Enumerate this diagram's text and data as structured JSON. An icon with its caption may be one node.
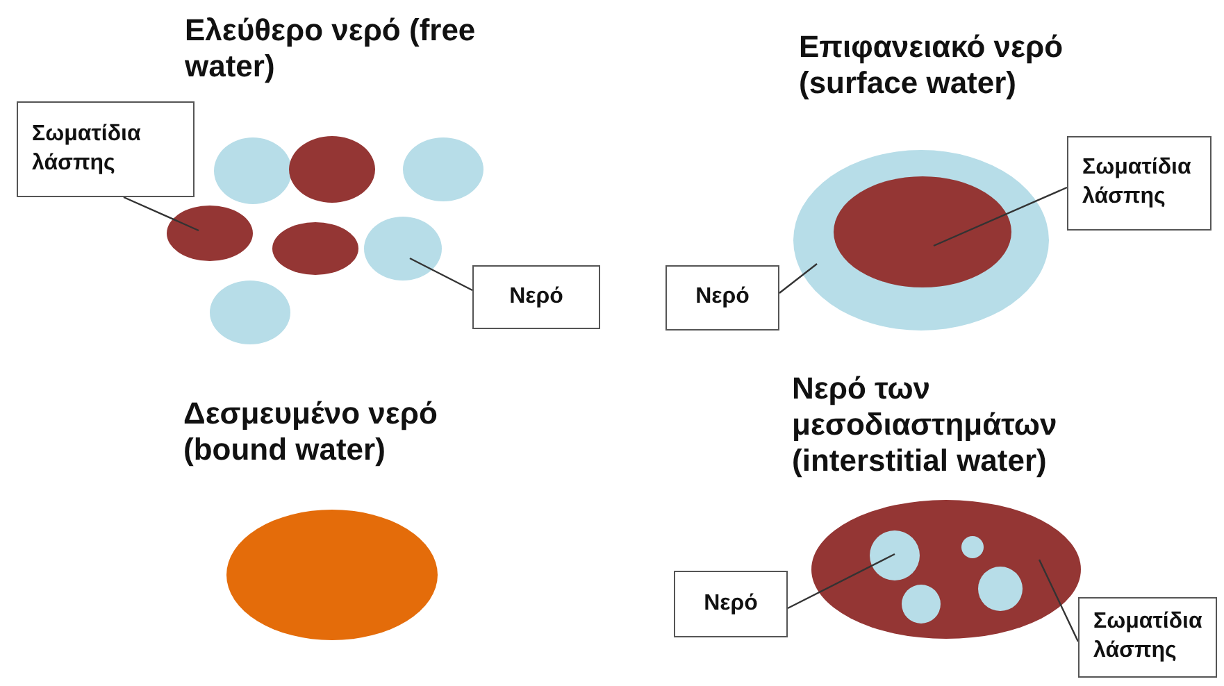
{
  "diagram": {
    "nodes": [
      {
        "text": [
          "Σωματίδια λάσπης"
        ]
      },
      {
        "text": [],
        "shape": "ellipse"
      },
      {
        "text": [],
        "shape": "ellipse"
      },
      {
        "text": [],
        "shape": "ellipse"
      },
      {
        "text": [],
        "shape": "ellipse"
      },
      {
        "text": [],
        "shape": "ellipse"
      },
      {
        "text": [],
        "shape": "ellipse"
      },
      {
        "text": [],
        "shape": "ellipse"
      },
      {
        "text": [
          "Νερό"
        ]
      },
      {
        "text": [
          "Σωματίδια λάσπης"
        ]
      },
      {
        "text": [],
        "shape": "ellipse"
      },
      {
        "text": [],
        "shape": "ellipse",
        "in": 10
      },
      {
        "text": [
          "Νερό"
        ]
      },
      {
        "text": [],
        "shape": "ellipse"
      },
      {
        "text": [],
        "shape": "ellipse"
      },
      {
        "text": [],
        "shape": "circle",
        "in": 14
      },
      {
        "text": [],
        "shape": "circle",
        "in": 14
      },
      {
        "text": [],
        "shape": "circle",
        "in": 14
      },
      {
        "text": [],
        "shape": "circle",
        "in": 14
      },
      {
        "text": [
          "Νερό"
        ]
      },
      {
        "text": [
          "Σωματίδια λάσπης"
        ]
      }
    ],
    "edges": [
      {
        "from": 0,
        "to": 4,
        "arrow": "none"
      },
      {
        "from": 8,
        "to": 6,
        "arrow": "none"
      },
      {
        "from": 9,
        "to": 11,
        "arrow": "none"
      },
      {
        "from": 12,
        "to": 10,
        "arrow": "none"
      },
      {
        "from": 19,
        "to": 15,
        "arrow": "none"
      },
      {
        "from": 20,
        "to": 14,
        "arrow": "none"
      }
    ],
    "labels": [
      "Ελεύθερο νερό (free water)",
      "Επιφανειακό νερό (surface water)",
      "Δεσμευμένο νερό (bound water)",
      "Νερό των μεσοδιαστημάτων (interstitial water)"
    ]
  }
}
